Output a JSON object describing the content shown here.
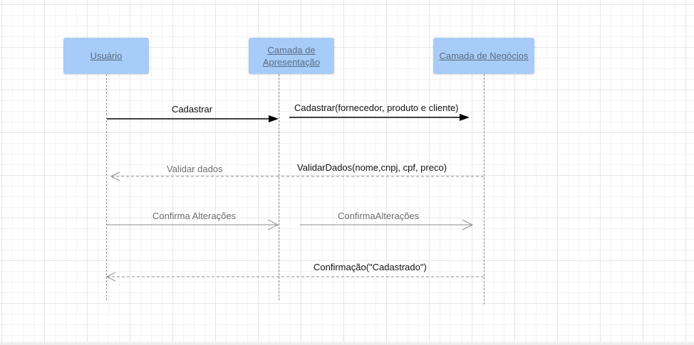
{
  "lifelines": [
    {
      "id": "usuario",
      "label": "Usuário"
    },
    {
      "id": "apresentacao",
      "label": "Camada de Apresentação"
    },
    {
      "id": "negocios",
      "label": "Camada de Negócios"
    }
  ],
  "messages": [
    {
      "id": "m1",
      "label": "Cadastrar",
      "type": "synchronous",
      "from": "Usuário",
      "to": "Camada de Apresentação"
    },
    {
      "id": "m2",
      "label": "Cadastrar(fornecedor, produto e cliente)",
      "type": "synchronous",
      "from": "Camada de Apresentação",
      "to": "Camada de Negócios"
    },
    {
      "id": "m3",
      "label": "Validar dados",
      "type": "return",
      "from": "Camada de Apresentação",
      "to": "Usuário"
    },
    {
      "id": "m4",
      "label": "ValidarDados(nome,cnpj, cpf, preco)",
      "type": "return",
      "from": "Camada de Negócios",
      "to": "Camada de Apresentação"
    },
    {
      "id": "m5",
      "label": "Confirma Alterações",
      "type": "asynchronous",
      "from": "Usuário",
      "to": "Camada de Apresentação"
    },
    {
      "id": "m6",
      "label": "ConfirmaAlterações",
      "type": "asynchronous",
      "from": "Camada de Apresentação",
      "to": "Camada de Negócios"
    },
    {
      "id": "m7",
      "label": "Confirmação(\"Cadastrado\")",
      "type": "return",
      "from": "Camada de Negócios",
      "to": "Usuário"
    }
  ],
  "colors": {
    "lifeline_fill": "#a7ccf7",
    "lifeline_text": "#5b6c80",
    "grid": "#e6e6e6",
    "arrow_solid": "#000000",
    "arrow_light": "#8e8e8e"
  }
}
